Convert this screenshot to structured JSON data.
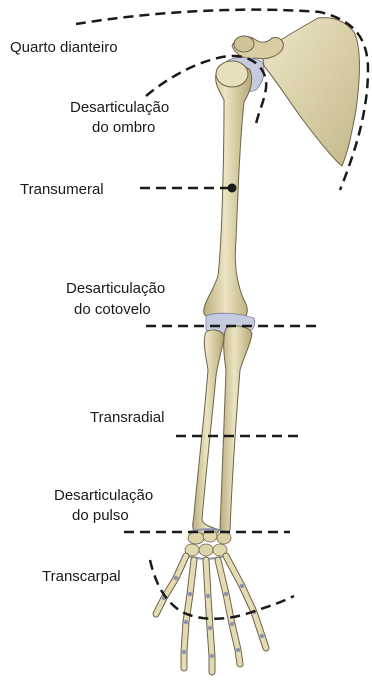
{
  "labels": {
    "quarter": "Quarto dianteiro",
    "shoulder_1": "Desarticulação",
    "shoulder_2": "do ombro",
    "transhumeral": "Transumeral",
    "elbow_1": "Desarticulação",
    "elbow_2": "do cotovelo",
    "transradial": "Transradial",
    "wrist_1": "Desarticulação",
    "wrist_2": "do pulso",
    "transcarpal": "Transcarpal"
  },
  "colors": {
    "bone": "#e4dbb4",
    "bone_shadow": "#b9ad7e",
    "bone_outline": "#6e6548",
    "cartilage": "#c6cbe0",
    "cut_line": "#1a1a1a",
    "text": "#1a1a1a",
    "background": "#ffffff"
  }
}
